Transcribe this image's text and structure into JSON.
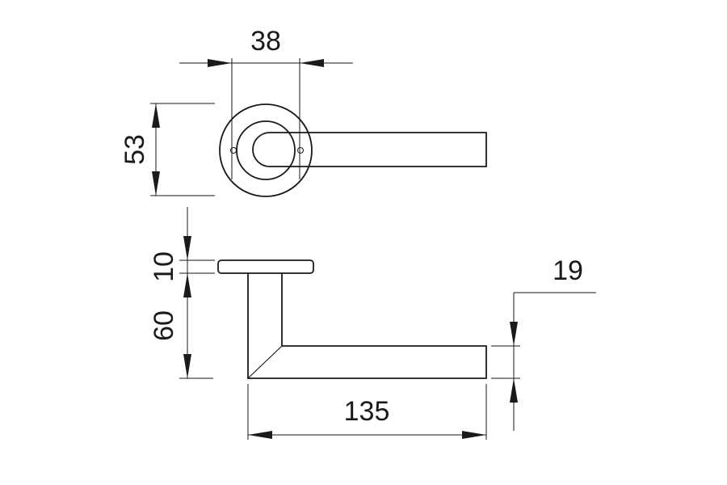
{
  "dimensions": {
    "rose_width": "38",
    "rose_height": "53",
    "rose_thickness": "10",
    "projection": "60",
    "lever_length": "135",
    "lever_thickness": "19"
  },
  "colors": {
    "line": "#1a1a1a",
    "background": "#ffffff"
  }
}
